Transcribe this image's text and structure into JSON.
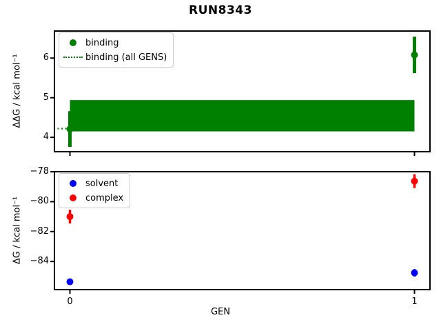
{
  "title": "RUN8343",
  "xlabel": "GEN",
  "colors": {
    "binding": "#008000",
    "solvent": "#0000ff",
    "complex": "#ff0000",
    "frame": "#000000",
    "legend_border": "#cccccc",
    "background": "#ffffff"
  },
  "chart_data": [
    {
      "type": "scatter",
      "name": "binding",
      "ylabel": "ΔΔG / kcal mol⁻¹",
      "xlim": [
        -0.047,
        1.047
      ],
      "ylim": [
        3.62,
        6.7
      ],
      "yticks": [
        4,
        5,
        6
      ],
      "xticks": [
        0,
        1
      ],
      "xticklabels_visible": false,
      "grid": false,
      "series": [
        {
          "name": "binding",
          "color": "#008000",
          "marker": "circle",
          "x": [
            0,
            1
          ],
          "y": [
            4.21,
            6.08
          ],
          "yerr": [
            0.45,
            0.46
          ]
        }
      ],
      "band": {
        "label": "binding (all GENS)",
        "x": [
          0,
          1
        ],
        "low": 4.15,
        "high": 4.94,
        "color": "#008000"
      },
      "hline": {
        "y": 4.22,
        "color": "#008000",
        "style": "dotted"
      },
      "legend": {
        "position": "upper-left",
        "entries": [
          {
            "label": "binding",
            "marker": "dot",
            "color": "#008000"
          },
          {
            "label": "binding (all GENS)",
            "marker": "dotted-line",
            "color": "#008000"
          }
        ]
      }
    },
    {
      "type": "scatter",
      "name": "delta-g",
      "ylabel": "ΔG / kcal mol⁻¹",
      "xlim": [
        -0.047,
        1.047
      ],
      "ylim": [
        -85.93,
        -77.95
      ],
      "yticks": [
        -78,
        -80,
        -82,
        -84
      ],
      "xticks": [
        0,
        1
      ],
      "xticklabels_visible": true,
      "grid": false,
      "series": [
        {
          "name": "solvent",
          "color": "#0000ff",
          "marker": "circle",
          "x": [
            0,
            1
          ],
          "y": [
            -85.36,
            -84.76
          ],
          "yerr": [
            0.19,
            0.25
          ]
        },
        {
          "name": "complex",
          "color": "#ff0000",
          "marker": "circle",
          "x": [
            0,
            1
          ],
          "y": [
            -81.0,
            -78.63
          ],
          "yerr": [
            0.46,
            0.46
          ]
        }
      ],
      "legend": {
        "position": "upper-left",
        "entries": [
          {
            "label": "solvent",
            "marker": "dot",
            "color": "#0000ff"
          },
          {
            "label": "complex",
            "marker": "dot",
            "color": "#ff0000"
          }
        ]
      }
    }
  ]
}
